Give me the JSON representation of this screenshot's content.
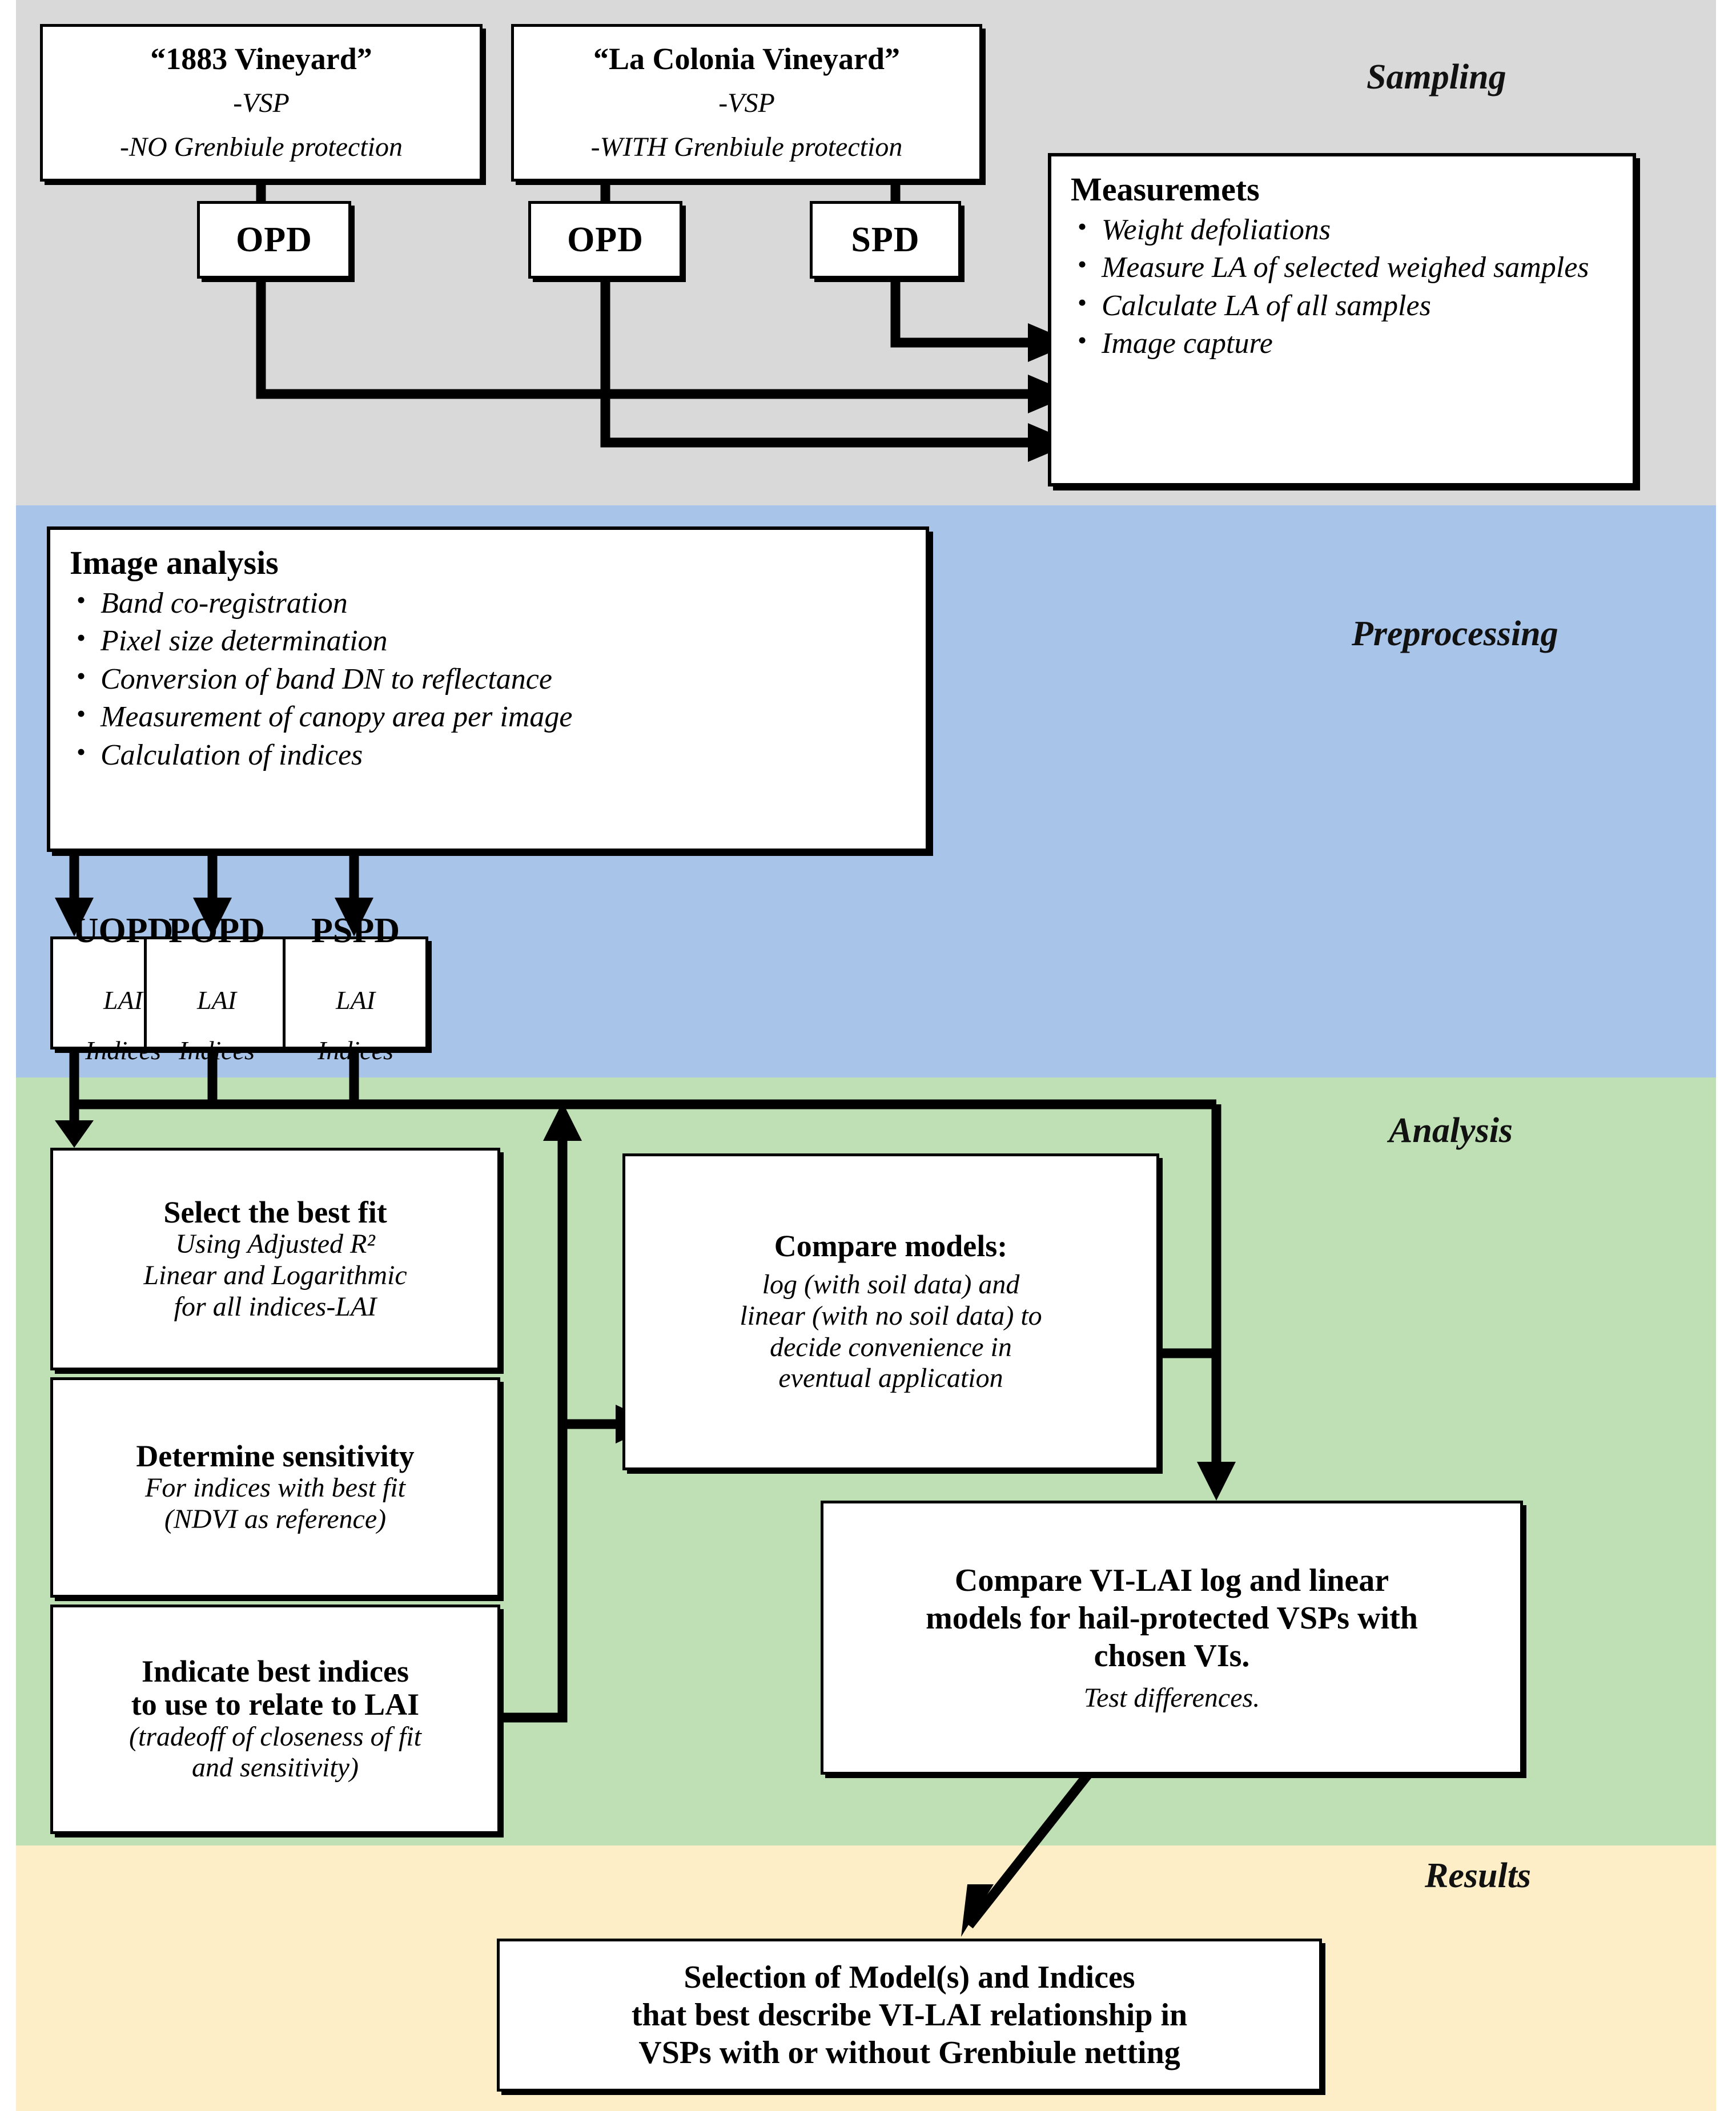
{
  "phases": {
    "sampling": "Sampling",
    "preprocessing": "Preprocessing",
    "analysis": "Analysis",
    "results": "Results"
  },
  "colors": {
    "sampling_band": "#d9d9d9",
    "preprocessing_band": "#a8c4e8",
    "analysis_band": "#bee0b4",
    "results_band": "#fdeec7",
    "box_border": "#000000",
    "box_fill": "#ffffff"
  },
  "sampling": {
    "vineyard_a": {
      "title": "“1883 Vineyard”",
      "line1": "-VSP",
      "line2": "-NO Grenbiule protection"
    },
    "vineyard_b": {
      "title": "“La Colonia Vineyard”",
      "line1": "-VSP",
      "line2": "-WITH Grenbiule protection"
    },
    "opd_a": "OPD",
    "opd_b": "OPD",
    "spd": "SPD",
    "measurements": {
      "title": "Measuremets",
      "items": [
        "Weight defoliations",
        "Measure LA of selected weighed samples",
        "Calculate LA of all samples",
        "Image capture"
      ]
    }
  },
  "preprocessing": {
    "image_analysis": {
      "title": "Image analysis",
      "items": [
        "Band co-registration",
        "Pixel size determination",
        "Conversion of band DN to reflectance",
        "Measurement of canopy area per image",
        "Calculation of indices"
      ]
    },
    "datasets": [
      {
        "code": "UOPD",
        "line1": "LAI",
        "line2": "Indices"
      },
      {
        "code": "POPD",
        "line1": "LAI",
        "line2": "Indices"
      },
      {
        "code": "PSPD",
        "line1": "LAI",
        "line2": "Indices"
      }
    ]
  },
  "analysis": {
    "select_best_fit": {
      "title": "Select the best fit",
      "lines": [
        "Using Adjusted R²",
        "Linear and Logarithmic",
        "for all indices-LAI"
      ]
    },
    "determine_sensitivity": {
      "title": "Determine sensitivity",
      "lines": [
        "For indices with best fit",
        "(NDVI as reference)"
      ]
    },
    "indicate_best_indices": {
      "title_line1": "Indicate best indices",
      "title_line2": "to use to relate to LAI",
      "lines": [
        "(tradeoff of closeness of fit",
        "and sensitivity)"
      ]
    },
    "compare_models": {
      "title": "Compare models:",
      "lines": [
        "log (with soil data) and",
        "linear (with no soil data) to",
        "decide convenience in",
        "eventual application"
      ]
    },
    "compare_vi_lai": {
      "lines": [
        "Compare VI-LAI log and linear",
        "models for hail-protected VSPs with",
        "chosen VIs."
      ],
      "note": "Test differences."
    }
  },
  "results": {
    "selection": {
      "lines": [
        "Selection of Model(s) and Indices",
        "that best describe VI-LAI relationship in",
        "VSPs with or without Grenbiule netting"
      ]
    }
  }
}
